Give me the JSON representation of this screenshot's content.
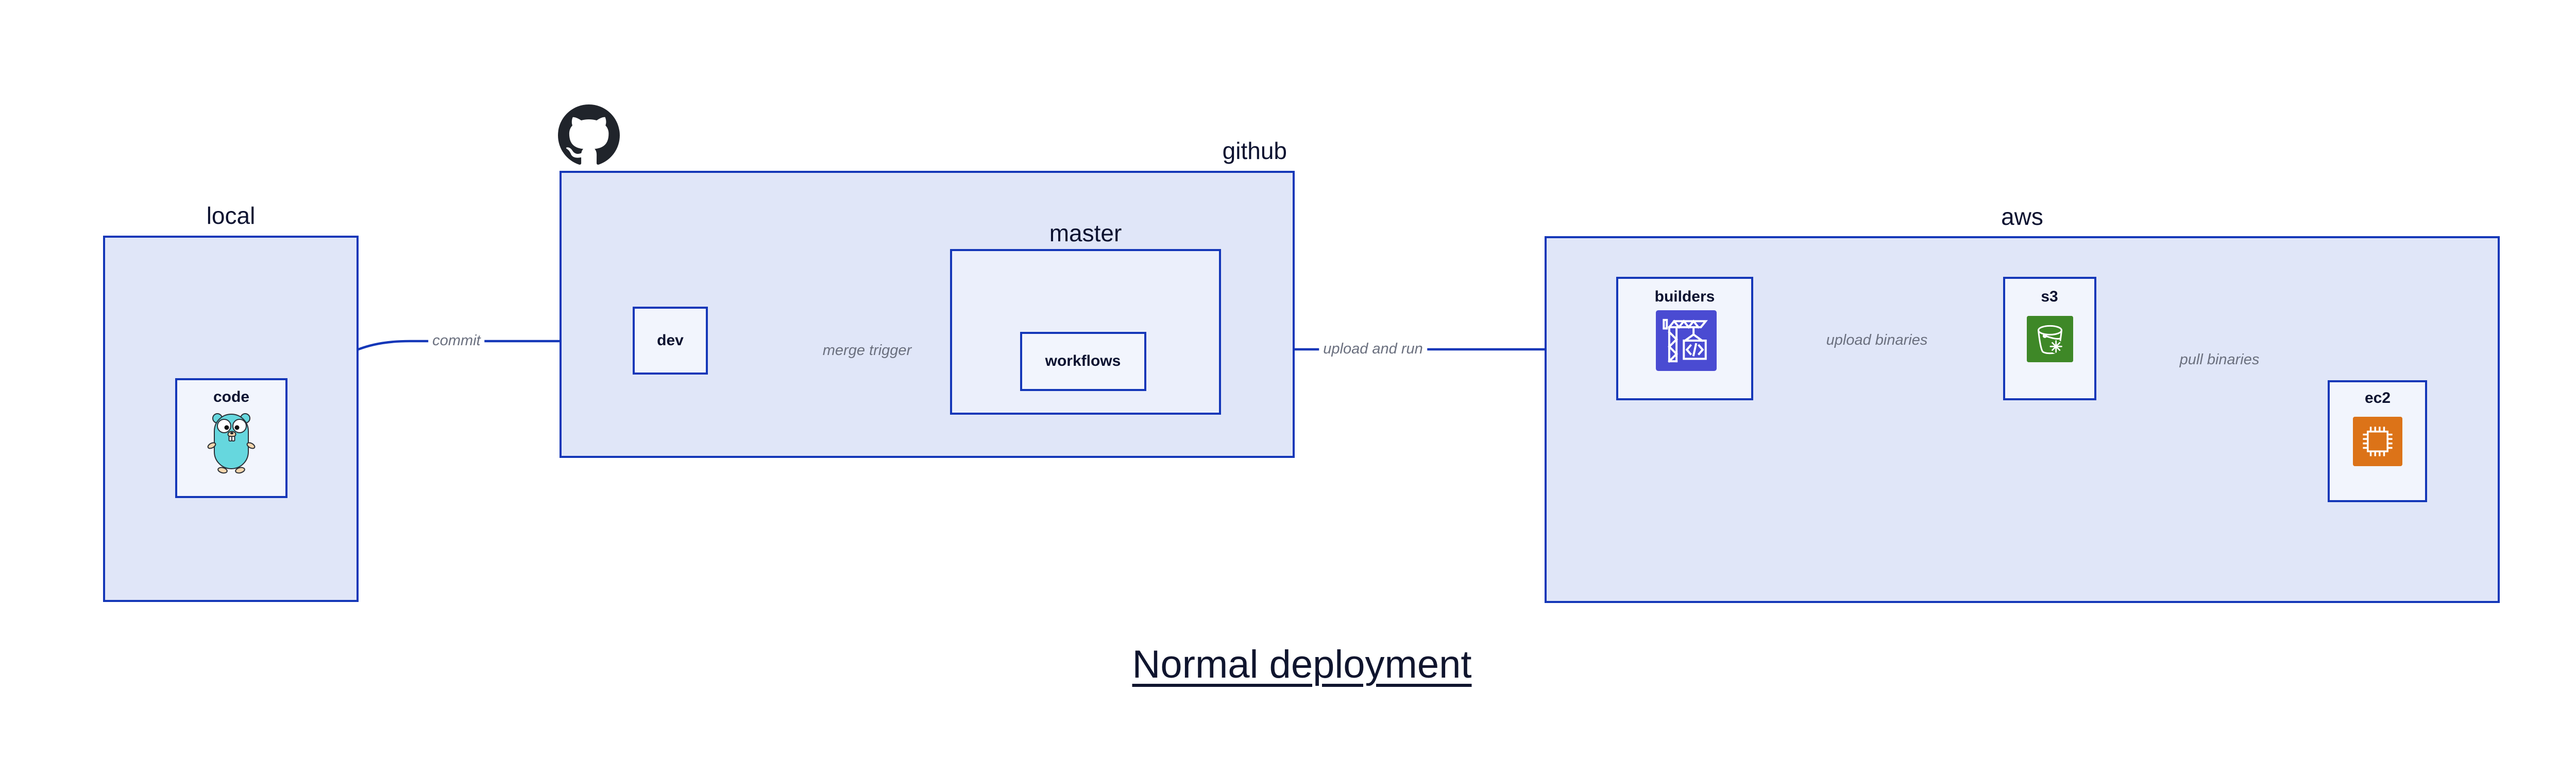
{
  "diagram_title": {
    "text": "Normal deployment"
  },
  "containers": {
    "local": {
      "label": "local"
    },
    "github": {
      "label": "github"
    },
    "master": {
      "label": "master"
    },
    "aws": {
      "label": "aws"
    }
  },
  "nodes": {
    "code": {
      "label": "code",
      "icon": "go-gopher-icon"
    },
    "dev": {
      "label": "dev"
    },
    "workflows": {
      "label": "workflows"
    },
    "builders": {
      "label": "builders",
      "icon": "aws-codebuild-icon"
    },
    "s3": {
      "label": "s3",
      "icon": "aws-s3-bucket-icon"
    },
    "ec2": {
      "label": "ec2",
      "icon": "aws-ec2-chip-icon"
    }
  },
  "edges": {
    "commit": {
      "label": "commit",
      "from": "code",
      "to": "dev"
    },
    "merge_trigger": {
      "label": "merge trigger",
      "from": "dev",
      "to": "workflows"
    },
    "upload_and_run": {
      "label": "upload and run",
      "from": "workflows",
      "to": "builders"
    },
    "upload_binaries": {
      "label": "upload binaries",
      "from": "builders",
      "to": "s3"
    },
    "pull_binaries": {
      "label": "pull binaries",
      "from": "s3",
      "to": "ec2"
    }
  },
  "icons": {
    "github_logo": "github-octocat-icon"
  },
  "colors": {
    "stroke_blue": "#1437b8",
    "container_fill": "#e0e6f8",
    "inner_container_fill": "#ebeffb",
    "node_fill": "#f2f5fd",
    "text_dark": "#0c1230",
    "edge_label_gray": "#6b707f",
    "codebuild_purple": "#4a4bd2",
    "s3_green": "#3e8827",
    "ec2_orange": "#dc7318",
    "gopher_teal": "#66d7de",
    "github_black": "#20242b"
  }
}
